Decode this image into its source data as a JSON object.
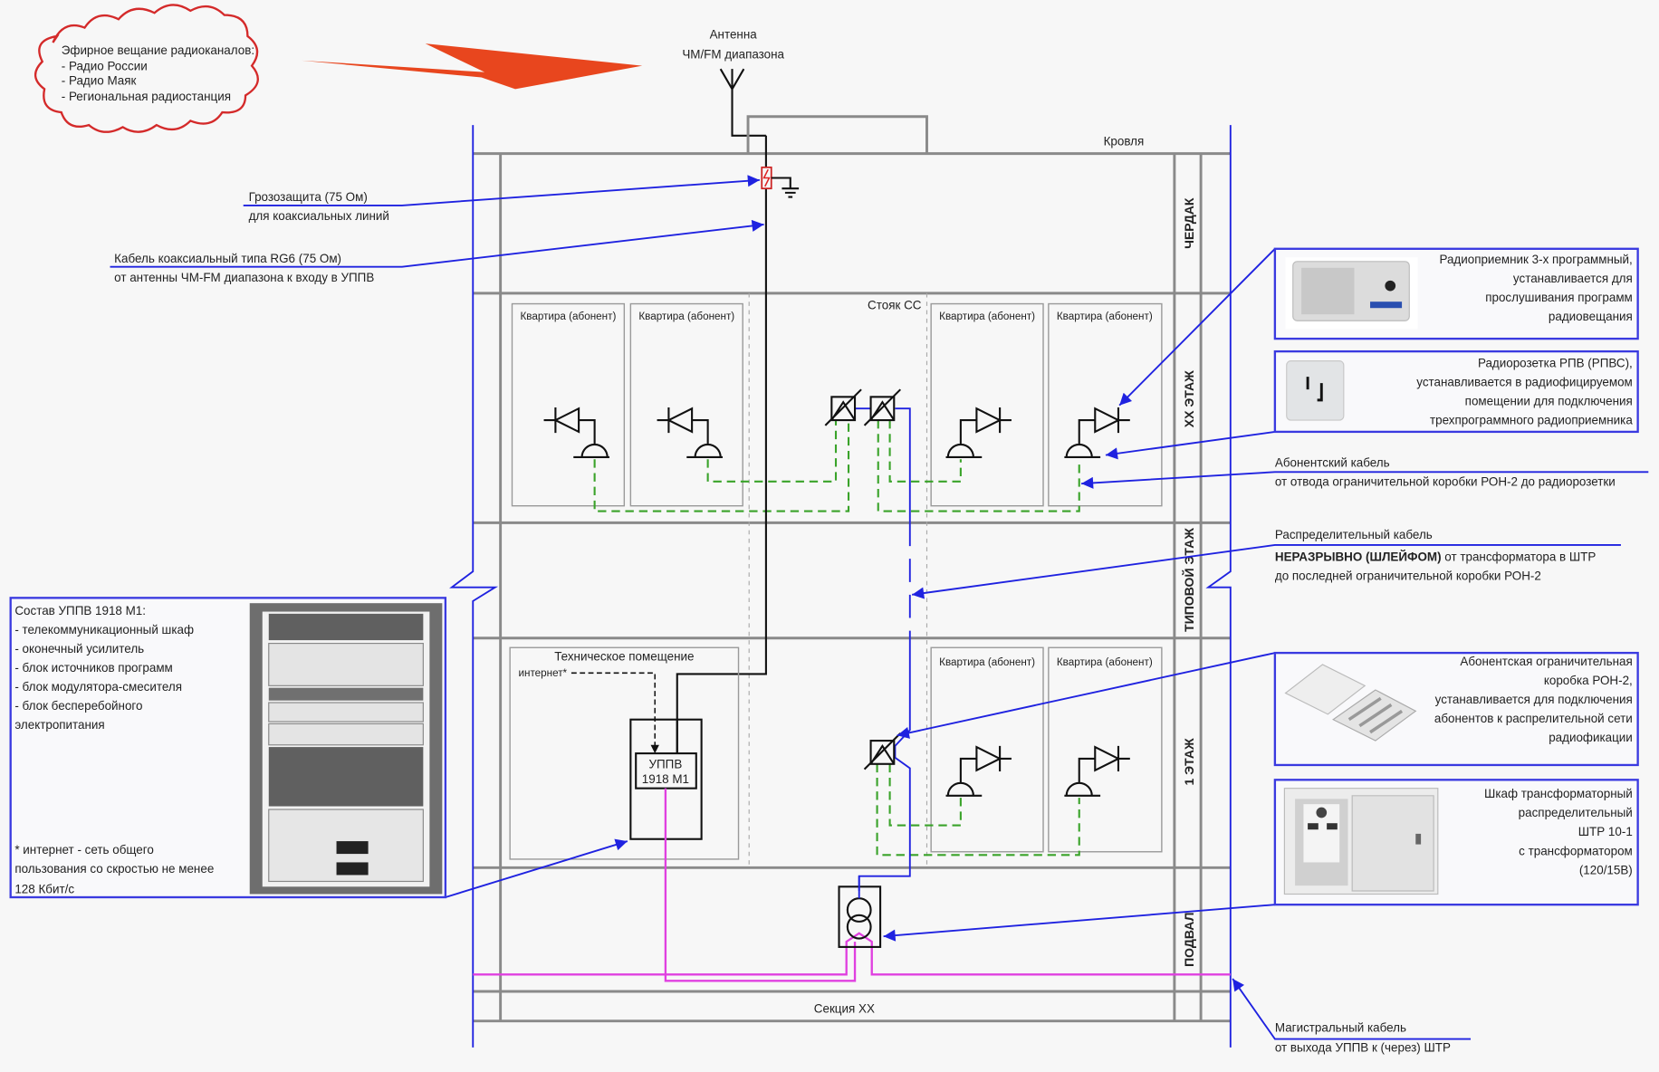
{
  "broadcast": {
    "lines": [
      "Эфирное вещание радиоканалов:",
      "- Радио России",
      "- Радио Маяк",
      "- Региональная радиостанция"
    ]
  },
  "antenna": {
    "line1": "Антенна",
    "line2": "ЧМ/FM диапазона"
  },
  "roof_label": "Кровля",
  "section_label": "Секция ХХ",
  "floors": {
    "attic": "ЧЕРДАК",
    "xx": "ХХ ЭТАЖ",
    "typical": "ТИПОВОЙ ЭТАЖ",
    "first": "1 ЭТАЖ",
    "basement": "ПОДВАЛ"
  },
  "apartment_label": "Квартира (абонент)",
  "riser_label": "Стояк СС",
  "tech_room": {
    "title": "Техническое помещение",
    "internet": "интернет*",
    "device_line1": "УППВ",
    "device_line2": "1918 М1"
  },
  "callouts": {
    "lightning": {
      "title": "Грозозащита (75 Ом)",
      "sub": "для коаксиальных линий"
    },
    "coax": {
      "title": "Кабель коаксиальный типа RG6 (75 Ом)",
      "sub": "от антенны ЧМ-FM диапазона к входу в УППВ"
    },
    "subscriber_cable": {
      "title": "Абонентский кабель",
      "sub": "от отвода ограничительной коробки РОН-2 до радиорозетки"
    },
    "distribution_cable": {
      "title": "Распределительный кабель",
      "bold": "НЕРАЗРЫВНО (ШЛЕЙФОМ)",
      "rest": " от трансформатора в ШТР",
      "sub": "до последней ограничительной коробки РОН-2"
    },
    "trunk_cable": {
      "title": "Магистральный кабель",
      "sub": "от выхода УППВ к (через) ШТР"
    }
  },
  "boxes": {
    "receiver": [
      "Радиоприемник 3-х программный,",
      "устанавливается для",
      "прослушивания программ",
      "радиовещания"
    ],
    "socket": [
      "Радиорозетка РПВ (РПВС),",
      "устанавливается в радиофицируемом",
      "помещении для подключения",
      "трехпрограммного радиоприемника"
    ],
    "ron": [
      "Абонентская ограничительная",
      "коробка РОН-2,",
      "устанавливается для подключения",
      "абонентов к распрелительной сети",
      "радиофикации"
    ],
    "shtr": [
      "Шкаф трансформаторный",
      "распределительный",
      "ШТР 10-1",
      "с трансформатором",
      "(120/15В)"
    ],
    "uppv": [
      "Состав УППВ 1918 М1:",
      "- телекоммуникационный шкаф",
      "- оконечный усилитель",
      "- блок источников программ",
      "- блок модулятора-смесителя",
      "- блок бесперебойного",
      "электропитания"
    ],
    "uppv_note": [
      "* интернет - сеть общего",
      "пользования со скростью не менее",
      "128 Кбит/с"
    ]
  },
  "colors": {
    "cable_blue": "#1f22e0",
    "subscriber_green": "#3aa32a",
    "trunk_pink": "#e040e0",
    "lightning_orange": "#e8461e",
    "cloud_red": "#d42a2a"
  }
}
